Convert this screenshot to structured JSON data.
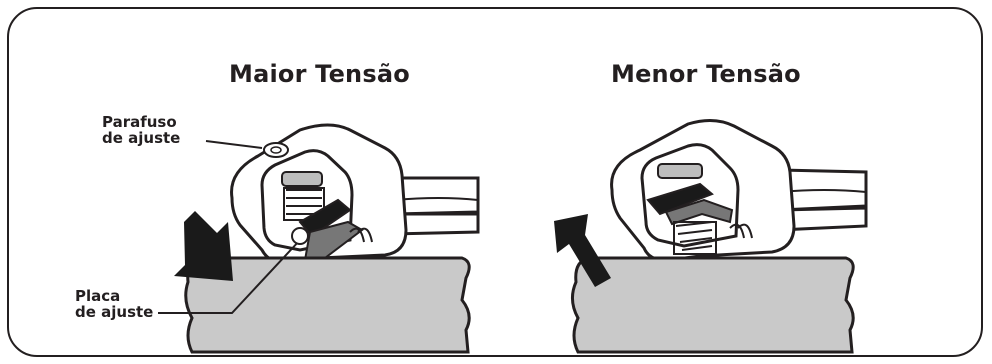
{
  "panels": [
    {
      "title": "Maior Tensão"
    },
    {
      "title": "Menor Tensão"
    }
  ],
  "callouts": {
    "screw_line1": "Parafuso",
    "screw_line2": "de ajuste",
    "plate_line1": "Placa",
    "plate_line2": "de ajuste"
  },
  "colors": {
    "outline": "#231f20",
    "fabric": "#c9c9c9",
    "plate": "#777777",
    "dark": "#1a1a1a"
  }
}
